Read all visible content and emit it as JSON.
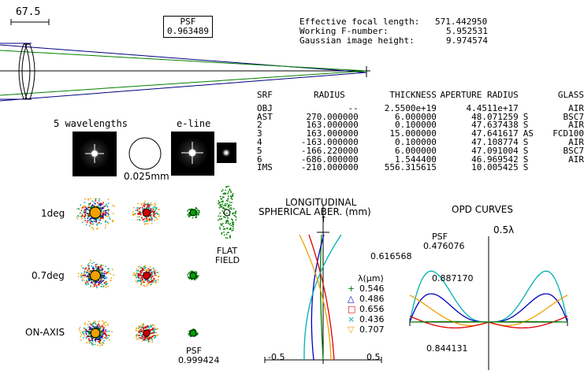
{
  "scale": {
    "label": "67.5"
  },
  "psf_top": {
    "label": "PSF",
    "value": "0.963489"
  },
  "specs": [
    {
      "label": "Effective focal length:",
      "value": "571.442950"
    },
    {
      "label": "Working F-number:",
      "value": "5.952531"
    },
    {
      "label": "Gaussian image height:",
      "value": "9.974574"
    }
  ],
  "table": {
    "headers": [
      "SRF",
      "RADIUS",
      "THICKNESS",
      "APERTURE RADIUS",
      "",
      "GLASS"
    ],
    "rows": [
      [
        "OBJ",
        "--",
        "2.5500e+19",
        "4.4511e+17",
        "",
        "AIR"
      ],
      [
        "AST",
        "270.000000",
        "6.000000",
        "48.071259",
        "S",
        "BSC7"
      ],
      [
        "2",
        "163.000000",
        "0.100000",
        "47.637438",
        "S",
        "AIR"
      ],
      [
        "3",
        "163.000000",
        "15.000000",
        "47.641617",
        "AS",
        "FCD100"
      ],
      [
        "4",
        "-163.000000",
        "0.100000",
        "47.108774",
        "S",
        "AIR"
      ],
      [
        "5",
        "-166.220000",
        "6.000000",
        "47.091004",
        "S",
        "BSC7"
      ],
      [
        "6",
        "-686.000000",
        "1.544400",
        "46.969542",
        "S",
        "AIR"
      ],
      [
        "IMS",
        "-210.000000",
        "556.315615",
        "10.005425",
        "S",
        ""
      ]
    ]
  },
  "psf_images": {
    "wavelengths_label": "5 wavelengths",
    "eline_label": "e-line",
    "airy_label": "0.025mm"
  },
  "spot": {
    "fields": [
      "1deg",
      "0.7deg",
      "ON-AXIS"
    ],
    "flat_field": [
      "FLAT",
      "FIELD"
    ],
    "psf_label": "PSF",
    "psf_value": "0.999424"
  },
  "lsa": {
    "title_line1": "LONGITUDINAL",
    "title_line2": "SPHERICAL ABER. (mm)",
    "axis_min": "-0.5",
    "axis_max": "0.5",
    "marker_value": "0.616568",
    "legend_title": "λ(μm)",
    "legend": [
      {
        "symbol": "+",
        "value": "0.546",
        "color": "#007f00"
      },
      {
        "symbol": "△",
        "value": "0.486",
        "color": "#0000c0"
      },
      {
        "symbol": "□",
        "value": "0.656",
        "color": "#e00000"
      },
      {
        "symbol": "×",
        "value": "0.436",
        "color": "#00b0b0"
      },
      {
        "symbol": "▽",
        "value": "0.707",
        "color": "#f0a000"
      }
    ]
  },
  "opd": {
    "title": "OPD CURVES",
    "scale_label": "0.5λ",
    "psf_label": "PSF",
    "psf_value": "0.476076",
    "value_a": "0.887170",
    "value_b": "0.844131"
  }
}
